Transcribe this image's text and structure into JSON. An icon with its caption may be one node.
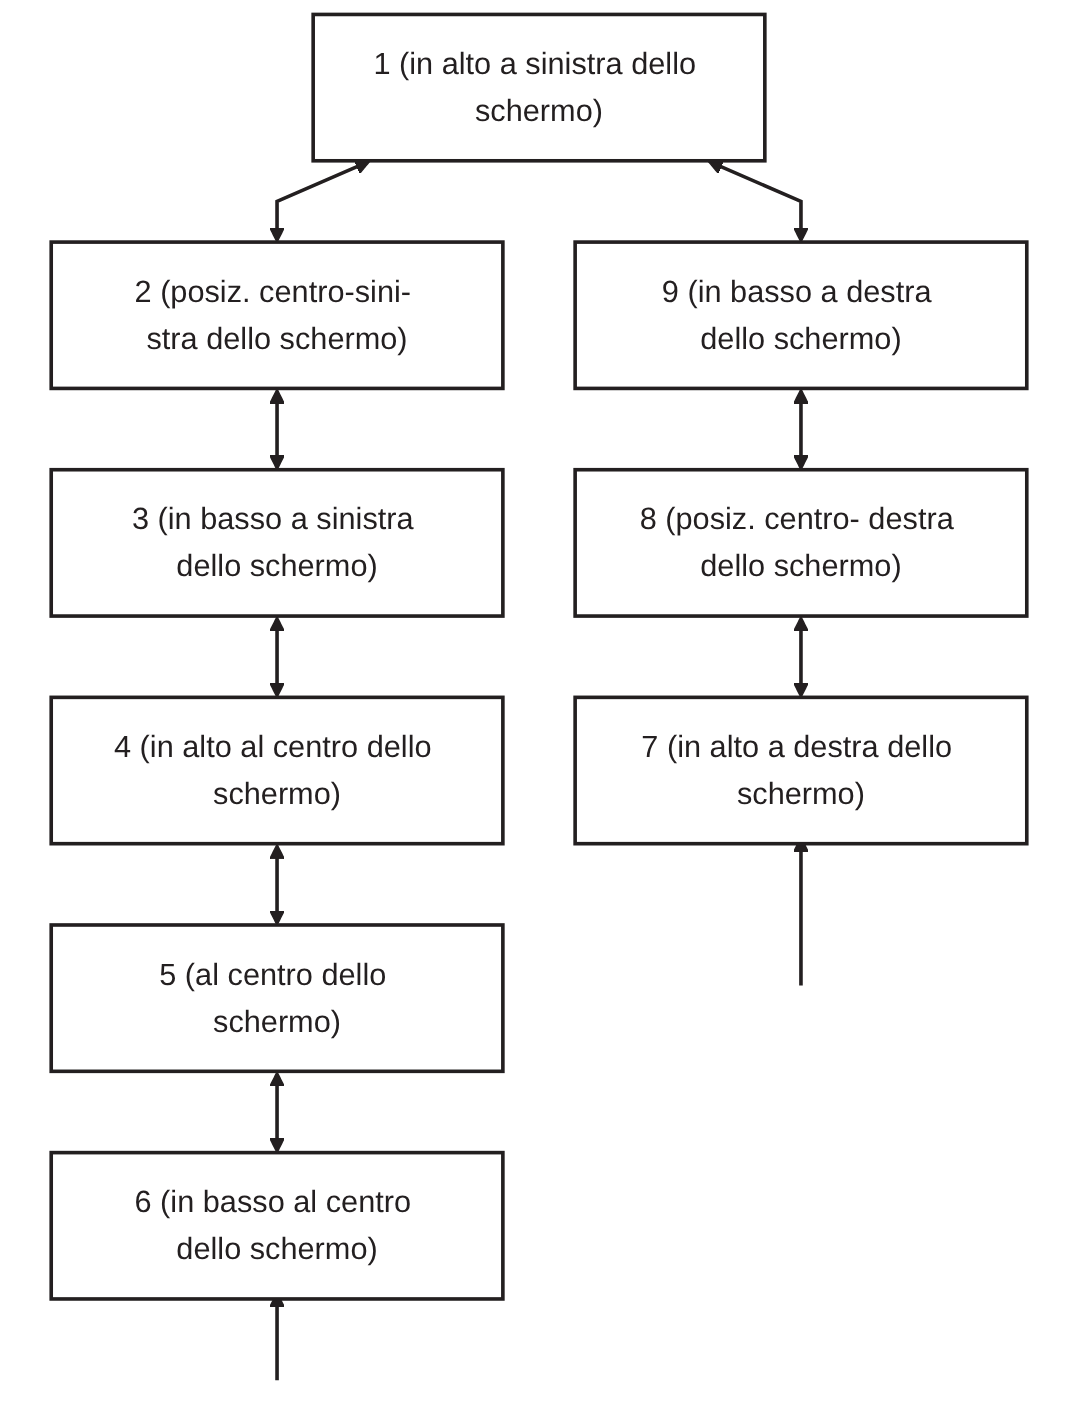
{
  "diagram": {
    "nodes": [
      {
        "text": [
          "1 (in alto a sinistra dello schermo)"
        ]
      },
      {
        "text": [
          "2 (posiz. centro-sini- stra dello schermo)"
        ]
      },
      {
        "text": [
          "3 (in basso a sinistra dello schermo)"
        ]
      },
      {
        "text": [
          "9 (in basso a destra dello schermo)"
        ]
      },
      {
        "text": [
          "4 (in alto al centro dello schermo)"
        ]
      },
      {
        "text": [
          "8 (posiz. centro- destra dello schermo)"
        ]
      },
      {
        "text": [
          "5 (al centro dello schermo)"
        ]
      },
      {
        "text": [
          "7 (in alto a destra dello schermo)"
        ]
      },
      {
        "text": [
          "6 (in basso al centro dello schermo)"
        ]
      }
    ],
    "edges": [
      {
        "from": 0,
        "to": 1,
        "arrow": "both"
      },
      {
        "from": 0,
        "to": 3,
        "arrow": "both"
      },
      {
        "from": 3,
        "to": 5,
        "arrow": "both"
      },
      {
        "from": 5,
        "to": 7,
        "arrow": "both"
      },
      {
        "from": 1,
        "to": 2,
        "arrow": "both"
      },
      {
        "from": 2,
        "to": 4,
        "arrow": "both"
      },
      {
        "from": 4,
        "to": 6,
        "arrow": "both"
      },
      {
        "from": 6,
        "to": 8,
        "arrow": "both"
      },
      {
        "from": null,
        "to": 7,
        "arrow": "to"
      },
      {
        "from": null,
        "to": 8,
        "arrow": "to"
      }
    ]
  }
}
